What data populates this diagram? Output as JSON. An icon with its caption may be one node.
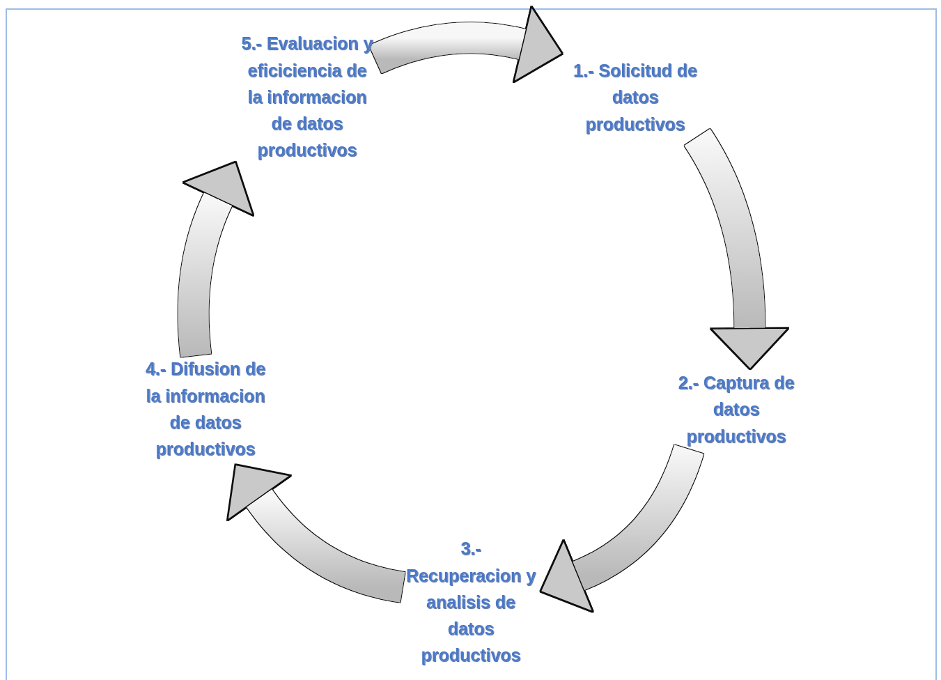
{
  "diagram": {
    "nodes": [
      {
        "text": [
          "1.- Solicitud de datos productivos"
        ]
      },
      {
        "text": [
          "2.- Captura de datos productivos"
        ]
      },
      {
        "text": [
          "3.- Recuperacion y analisis de datos productivos"
        ]
      },
      {
        "text": [
          "4.- Difusion de la informacion de datos productivos"
        ]
      },
      {
        "text": [
          "5.- Evaluacion y eficiciencia de la informacion de datos productivos"
        ]
      }
    ],
    "edges": [
      {
        "from": 4,
        "to": 0,
        "arrow": "to"
      },
      {
        "from": 0,
        "to": 1,
        "arrow": "to"
      },
      {
        "from": 1,
        "to": 2,
        "arrow": "to"
      },
      {
        "from": 2,
        "to": 3,
        "arrow": "to"
      },
      {
        "from": 3,
        "to": 4,
        "arrow": "to"
      }
    ]
  }
}
